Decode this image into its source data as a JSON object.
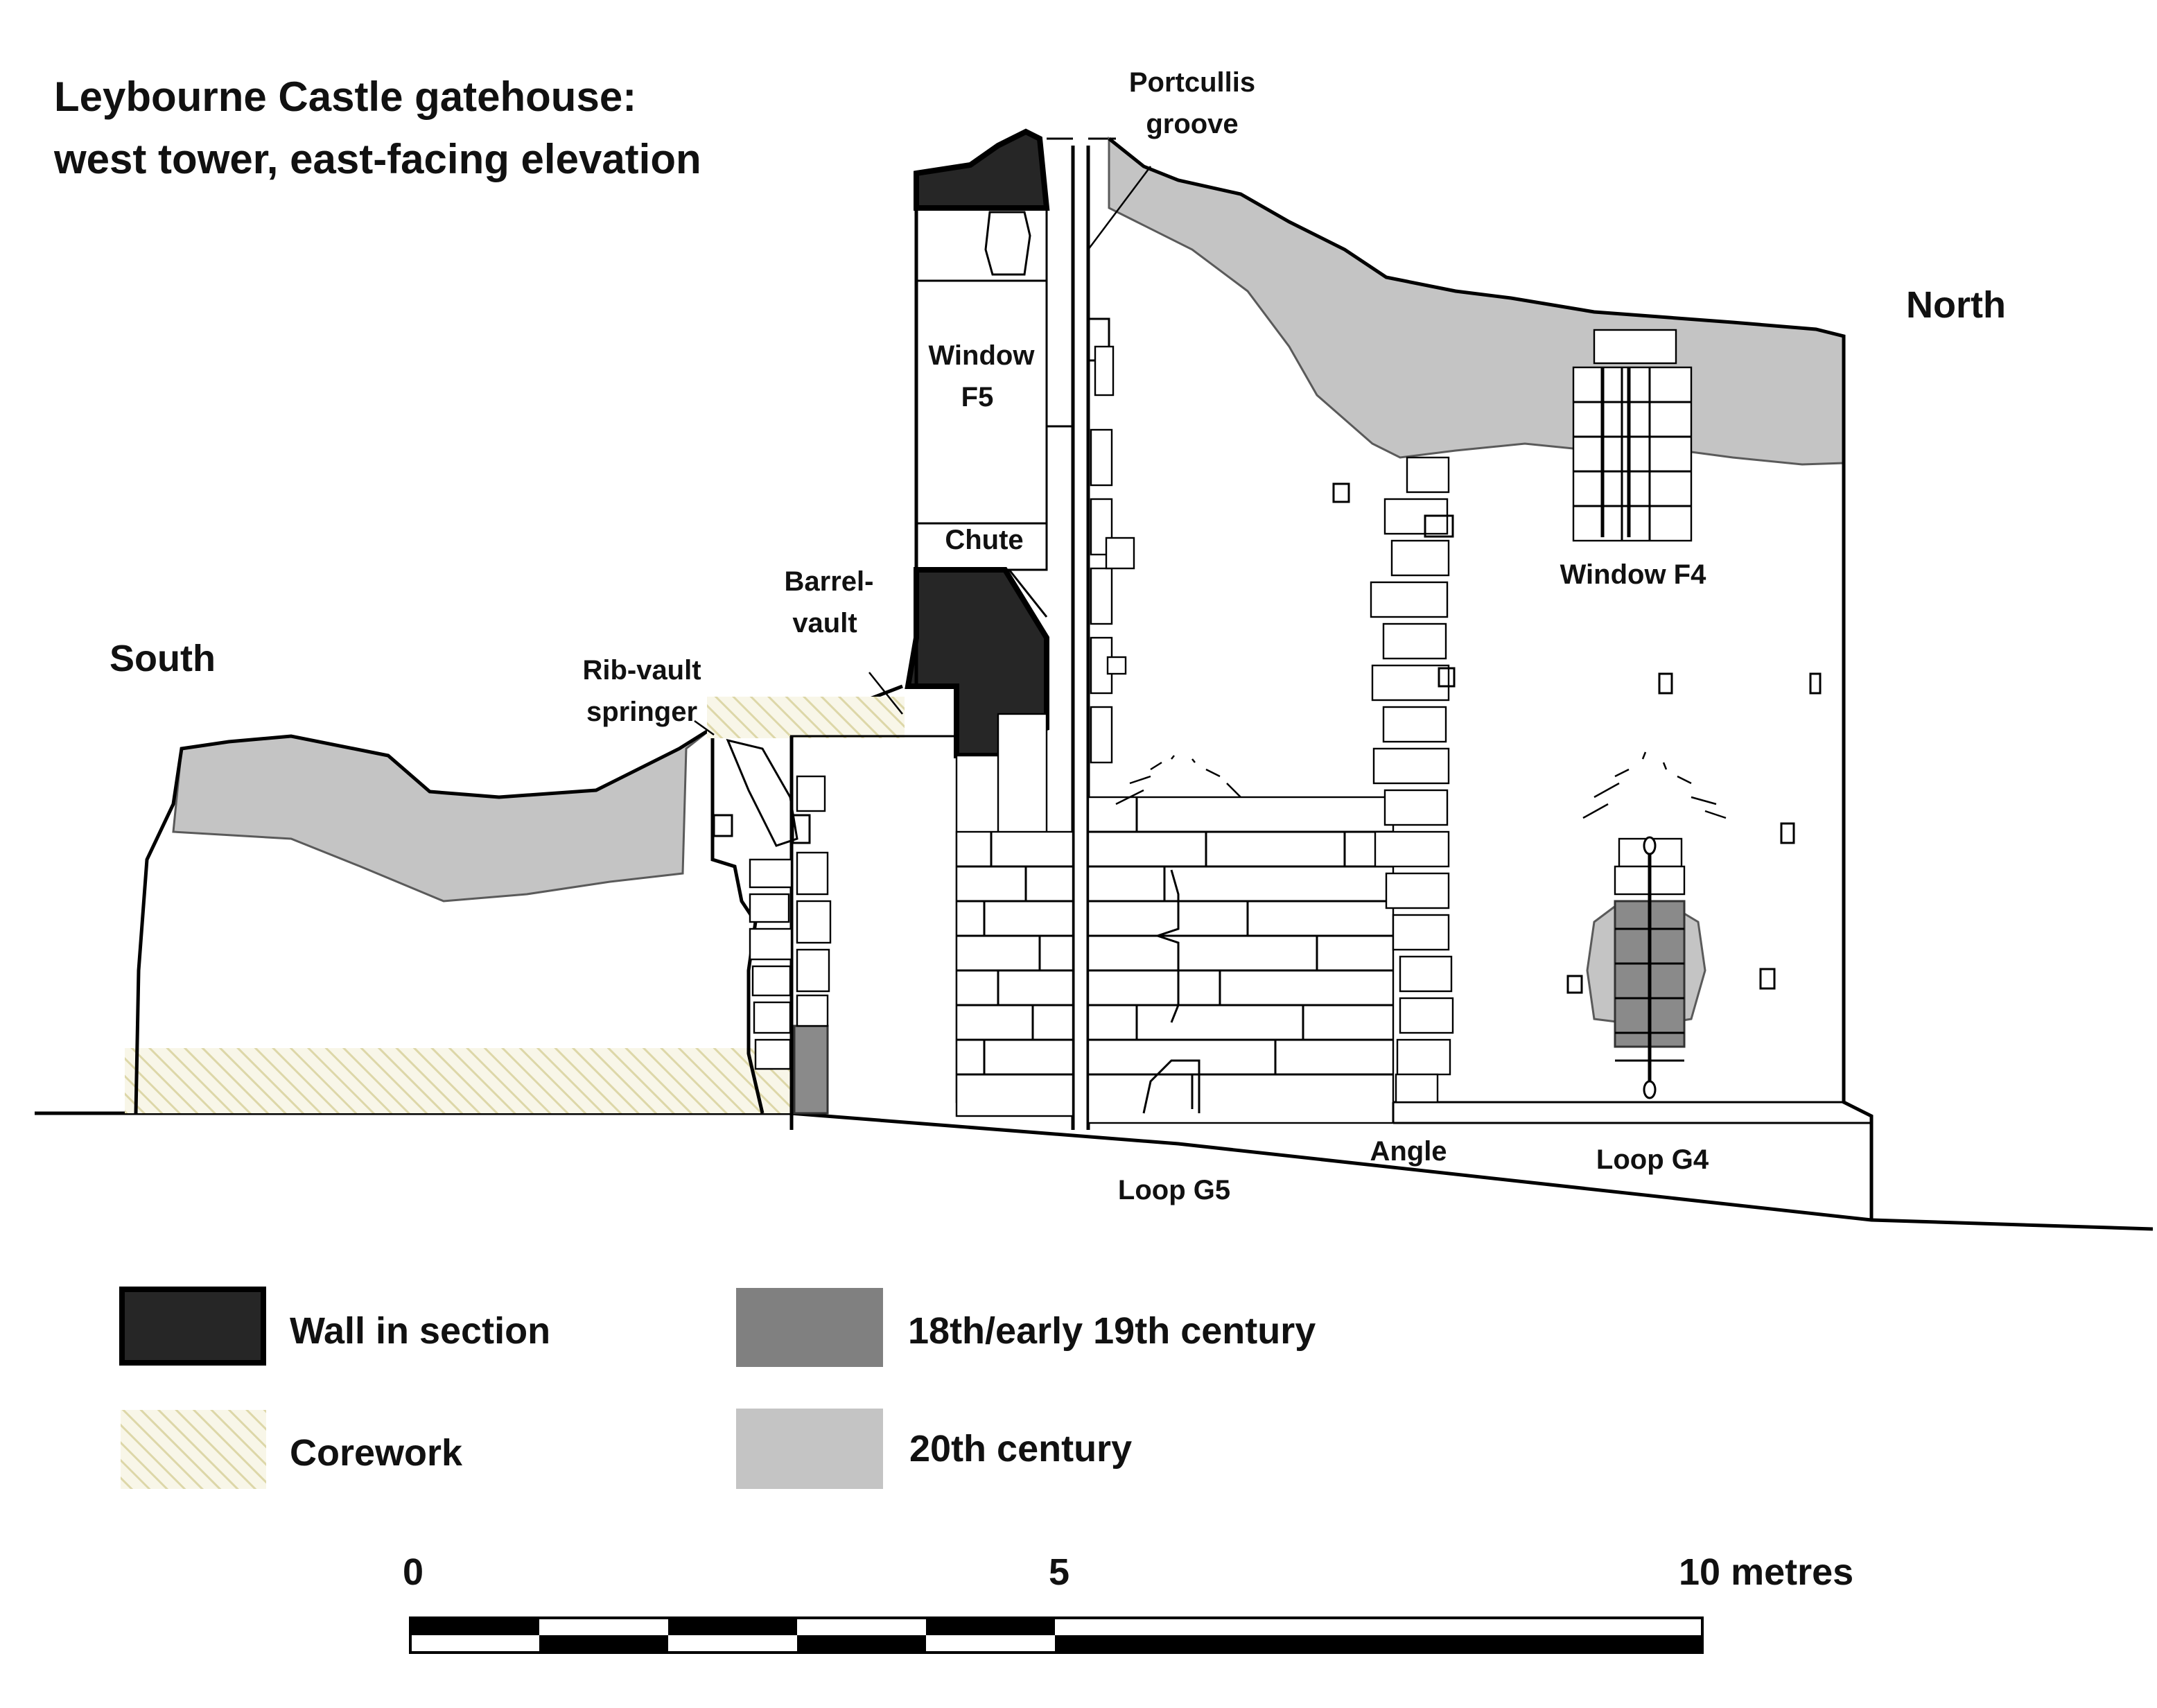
{
  "title": {
    "line1": "Leybourne Castle gatehouse:",
    "line2": "west tower, east-facing elevation"
  },
  "directions": {
    "south": "South",
    "north": "North"
  },
  "labels": {
    "portcullis_1": "Portcullis",
    "portcullis_2": "groove",
    "window_f5_1": "Window",
    "window_f5_2": "F5",
    "chute": "Chute",
    "barrel_1": "Barrel-",
    "barrel_2": "vault",
    "rib_1": "Rib-vault",
    "rib_2": "springer",
    "window_f4": "Window F4",
    "angle": "Angle",
    "loop_g4": "Loop G4",
    "loop_g5": "Loop G5"
  },
  "legend": [
    {
      "key": "wall_in_section",
      "label": "Wall in section",
      "color": "#262626"
    },
    {
      "key": "c18",
      "label": "18th/early 19th century",
      "color": "#808080"
    },
    {
      "key": "corework",
      "label": "Corework",
      "color": "#eee9c8"
    },
    {
      "key": "c20",
      "label": "20th century",
      "color": "#c4c4c4"
    }
  ],
  "scale": {
    "start": "0",
    "mid": "5",
    "end": "10 metres"
  },
  "colors": {
    "section": "#262626",
    "c18": "#8a8a8a",
    "c20": "#c4c4c4",
    "corework_hatch": "#ddd7a8"
  }
}
